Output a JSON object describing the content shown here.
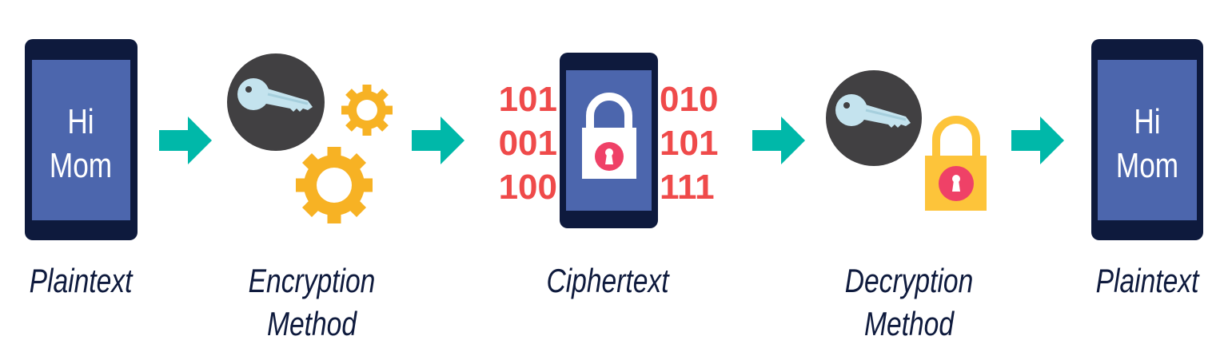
{
  "colors": {
    "device_frame": "#0e1a3d",
    "device_screen": "#4c66ad",
    "arrow": "#00b8a9",
    "key_circle": "#414042",
    "key": "#c4e3ee",
    "gear": "#f7b224",
    "padlock": "#fdc43a",
    "keyhole": "#ef4167",
    "binary": "#ef4a4a",
    "label": "#0e1a3d"
  },
  "steps": [
    {
      "label": "Plaintext",
      "screen_lines": [
        "Hi",
        "Mom"
      ]
    },
    {
      "label_lines": [
        "Encryption",
        "Method"
      ],
      "icons": [
        "key-icon",
        "gear-icon",
        "gear-icon"
      ]
    },
    {
      "label": "Ciphertext",
      "binary_left": [
        "101",
        "001",
        "100"
      ],
      "binary_right": [
        "010",
        "101",
        "111"
      ],
      "icons": [
        "padlock-icon"
      ]
    },
    {
      "label_lines": [
        "Decryption",
        "Method"
      ],
      "icons": [
        "key-icon",
        "padlock-icon"
      ]
    },
    {
      "label": "Plaintext",
      "screen_lines": [
        "Hi",
        "Mom"
      ]
    }
  ],
  "arrows": [
    "arrow-right-icon",
    "arrow-right-icon",
    "arrow-right-icon",
    "arrow-right-icon"
  ]
}
